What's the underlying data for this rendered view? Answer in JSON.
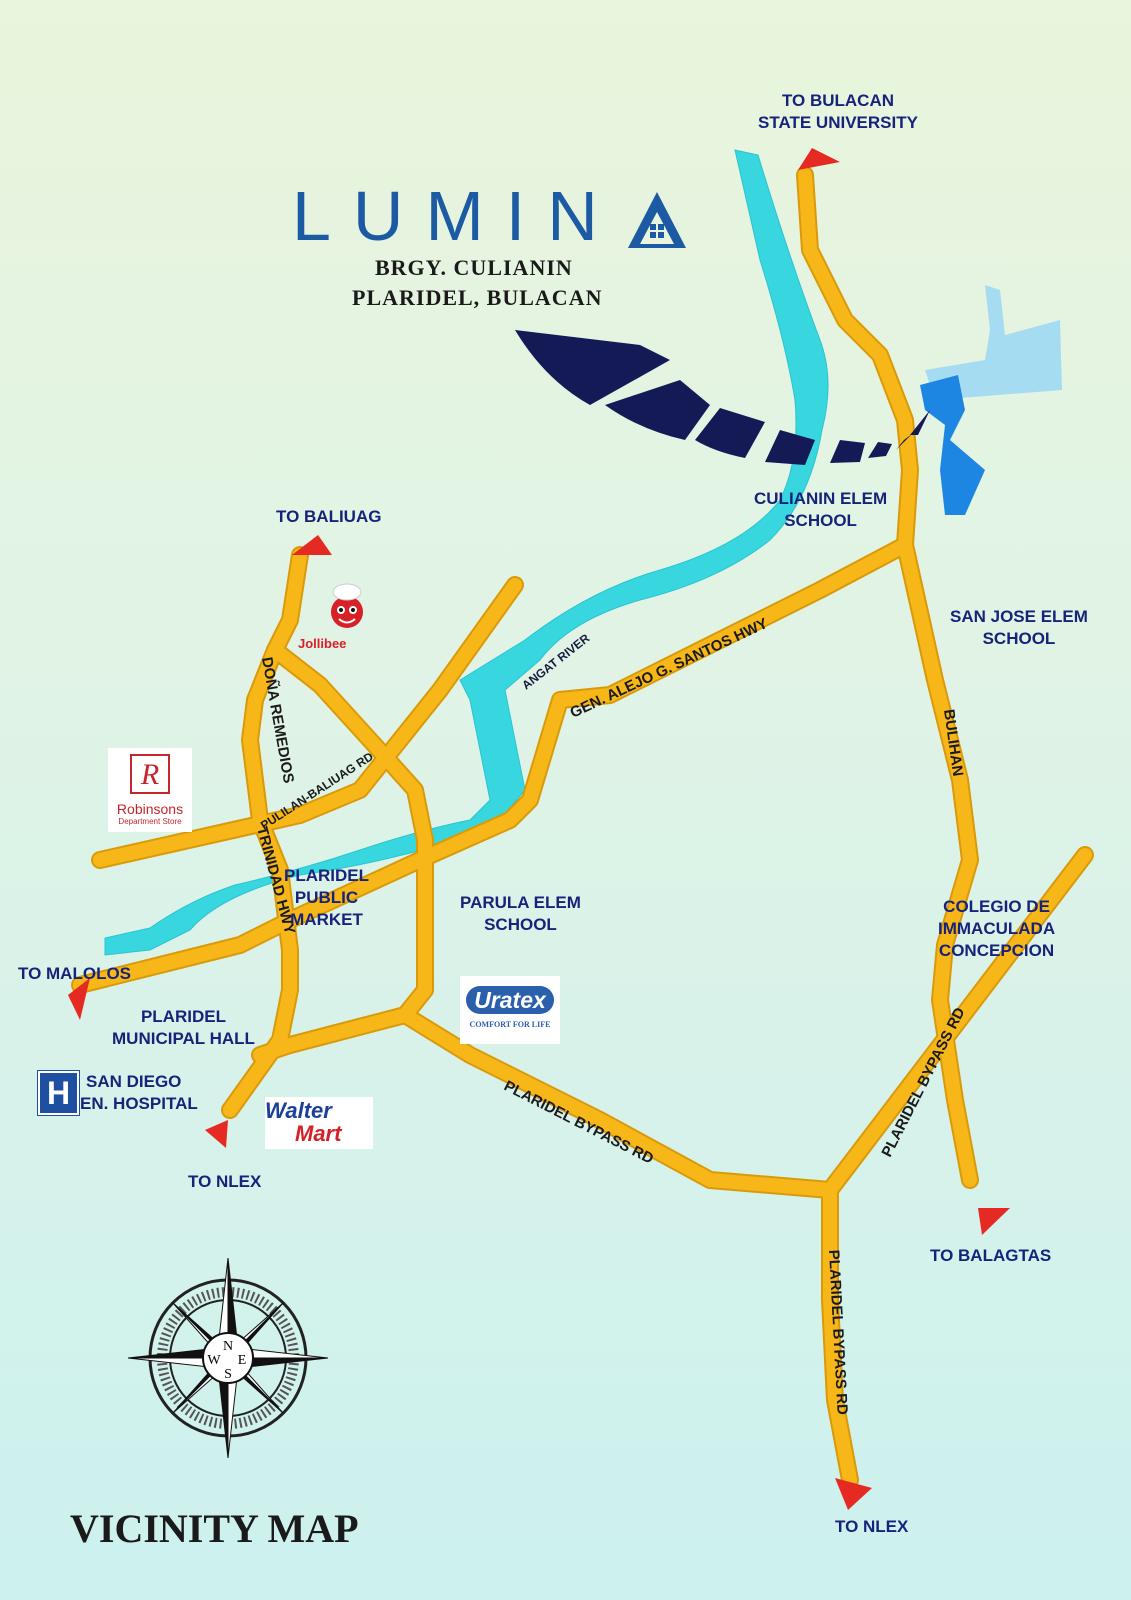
{
  "logo": {
    "name": "LUMIN",
    "line1": "BRGY.  CULIANIN",
    "line2": "PLARIDEL, BULACAN"
  },
  "title": "VICINITY MAP",
  "compass": {
    "n": "N",
    "e": "E",
    "s": "S",
    "w": "W"
  },
  "directions": {
    "to_bsu_1": "TO BULACAN",
    "to_bsu_2": "STATE UNIVERSITY",
    "to_baliuag": "TO BALIUAG",
    "to_malolos": "TO MALOLOS",
    "to_nlex_west": "TO NLEX",
    "to_balagtas": "TO BALAGTAS",
    "to_nlex_south": "TO NLEX"
  },
  "roads": {
    "dona_remedios": "DOÑA  REMEDIOS",
    "pulilan_baliuag": "PULILAN-BALIUAG RD",
    "trinidad_hwy": "TRINIDAD HWY",
    "gen_santos": "GEN.  ALEJO G. SANTOS HWY",
    "bulihan": "BULIHAN",
    "bypass_south": "PLARIDEL BYPASS RD",
    "bypass_northeast": "PLARIDEL BYPASS RD",
    "bypass_vertical": "PLARIDEL BYPASS RD"
  },
  "river": {
    "angat": "ANGAT RIVER"
  },
  "places": {
    "culianin_1": "CULIANIN ELEM",
    "culianin_2": "SCHOOL",
    "san_jose_1": "SAN JOSE ELEM",
    "san_jose_2": "SCHOOL",
    "market_1": "PLARIDEL",
    "market_2": "PUBLIC",
    "market_3": "MARKET",
    "parula_1": "PARULA ELEM",
    "parula_2": "SCHOOL",
    "colegio_1": "COLEGIO DE",
    "colegio_2": "IMMACULADA",
    "colegio_3": "CONCEPCION",
    "hall_1": "PLARIDEL",
    "hall_2": "MUNICIPAL HALL",
    "hospital_1": "SAN DIEGO",
    "hospital_2": "EN. HOSPITAL",
    "hospital_icon": "H"
  },
  "brands": {
    "jollibee": "Jollibee",
    "robinsons": "Robinsons",
    "robinsons_sub": "Department Store",
    "uratex": "Uratex",
    "uratex_sub": "COMFORT FOR LIFE",
    "walter_1": "Walter",
    "walter_2": "Mart"
  },
  "colors": {
    "road": "#f7b719",
    "road_edge": "#d99a0a",
    "river": "#38d7e0",
    "arrow": "#e42a22",
    "label_text": "#17237a",
    "logo_blue": "#1c5aa3",
    "feather": "#141a55",
    "site_light": "#a6dcf2",
    "site_dark": "#1c86e2"
  }
}
